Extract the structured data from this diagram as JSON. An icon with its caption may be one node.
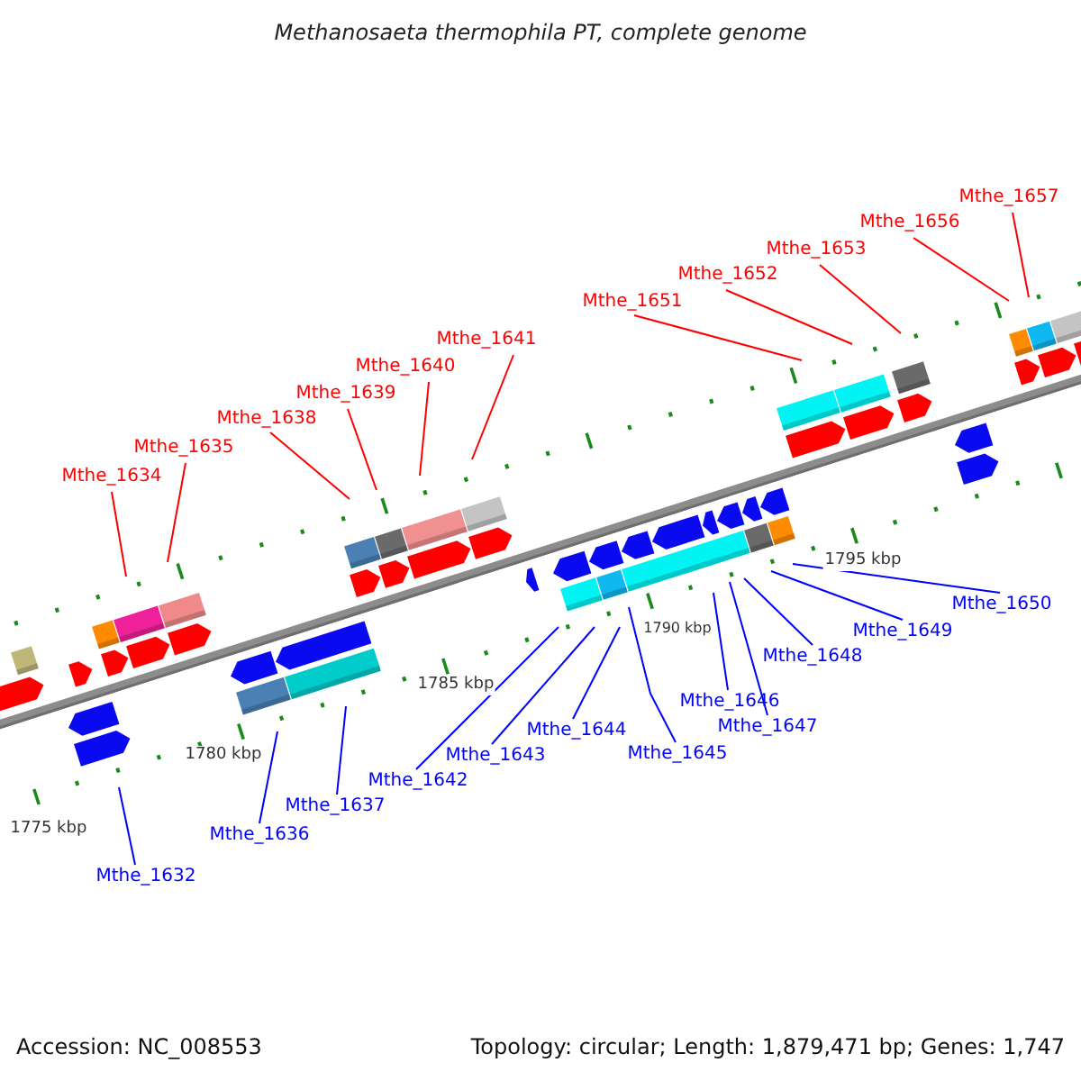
{
  "diagram": {
    "title": "Methanosaeta thermophila PT, complete genome",
    "nodes": [
      {
        "text": [
          "Mthe_1634"
        ]
      },
      {
        "text": [
          "Mthe_1635"
        ]
      },
      {
        "text": [
          "Mthe_1638"
        ]
      },
      {
        "text": [
          "Mthe_1639"
        ]
      },
      {
        "text": [
          "Mthe_1640"
        ]
      },
      {
        "text": [
          "Mthe_1641"
        ]
      },
      {
        "text": [
          "Mthe_1651"
        ]
      },
      {
        "text": [
          "Mthe_1652"
        ]
      },
      {
        "text": [
          "Mthe_1653"
        ]
      },
      {
        "text": [
          "Mthe_1656"
        ]
      },
      {
        "text": [
          "Mthe_1657"
        ]
      },
      {
        "text": [
          "Mthe_1632"
        ]
      },
      {
        "text": [
          "Mthe_1636"
        ]
      },
      {
        "text": [
          "Mthe_1637"
        ]
      },
      {
        "text": [
          "Mthe_1642"
        ]
      },
      {
        "text": [
          "Mthe_1643"
        ]
      },
      {
        "text": [
          "Mthe_1644"
        ]
      },
      {
        "text": [
          "Mthe_1645"
        ]
      },
      {
        "text": [
          "Mthe_1646"
        ]
      },
      {
        "text": [
          "Mthe_1647"
        ]
      },
      {
        "text": [
          "Mthe_1648"
        ]
      },
      {
        "text": [
          "Mthe_1649"
        ]
      },
      {
        "text": [
          "Mthe_1650"
        ]
      }
    ],
    "edges": [
      {
        "from": 0,
        "to": null,
        "arrow": "none",
        "color": "#ff0000"
      },
      {
        "from": 1,
        "to": null,
        "arrow": "none",
        "color": "#ff0000"
      },
      {
        "from": 2,
        "to": null,
        "arrow": "none",
        "color": "#ff0000"
      },
      {
        "from": 3,
        "to": null,
        "arrow": "none",
        "color": "#ff0000"
      },
      {
        "from": 4,
        "to": null,
        "arrow": "none",
        "color": "#ff0000"
      },
      {
        "from": 5,
        "to": null,
        "arrow": "none",
        "color": "#ff0000"
      },
      {
        "from": 6,
        "to": null,
        "arrow": "none",
        "color": "#ff0000"
      },
      {
        "from": 7,
        "to": null,
        "arrow": "none",
        "color": "#ff0000"
      },
      {
        "from": 8,
        "to": null,
        "arrow": "none",
        "color": "#ff0000"
      },
      {
        "from": 9,
        "to": null,
        "arrow": "none",
        "color": "#ff0000"
      },
      {
        "from": 10,
        "to": null,
        "arrow": "none",
        "color": "#ff0000"
      },
      {
        "from": 11,
        "to": null,
        "arrow": "none"
      },
      {
        "from": 12,
        "to": null,
        "arrow": "none"
      },
      {
        "from": 13,
        "to": null,
        "arrow": "none"
      },
      {
        "from": 14,
        "to": null,
        "arrow": "none"
      },
      {
        "from": 15,
        "to": null,
        "arrow": "none"
      },
      {
        "from": 16,
        "to": null,
        "arrow": "none"
      },
      {
        "from": 17,
        "to": null,
        "arrow": "none"
      },
      {
        "from": 18,
        "to": null,
        "arrow": "none"
      },
      {
        "from": 19,
        "to": null,
        "arrow": "none"
      },
      {
        "from": 20,
        "to": null,
        "arrow": "none"
      },
      {
        "from": 21,
        "to": null,
        "arrow": "none"
      },
      {
        "from": 22,
        "to": null,
        "arrow": "none"
      }
    ],
    "labels": [
      "1775 kbp",
      "1780 kbp",
      "1785 kbp",
      "1790 kbp",
      "1795 kbp",
      "Accession: NC_008553",
      "Topology: circular; Length: 1,879,471 bp; Genes: 1,747"
    ]
  }
}
